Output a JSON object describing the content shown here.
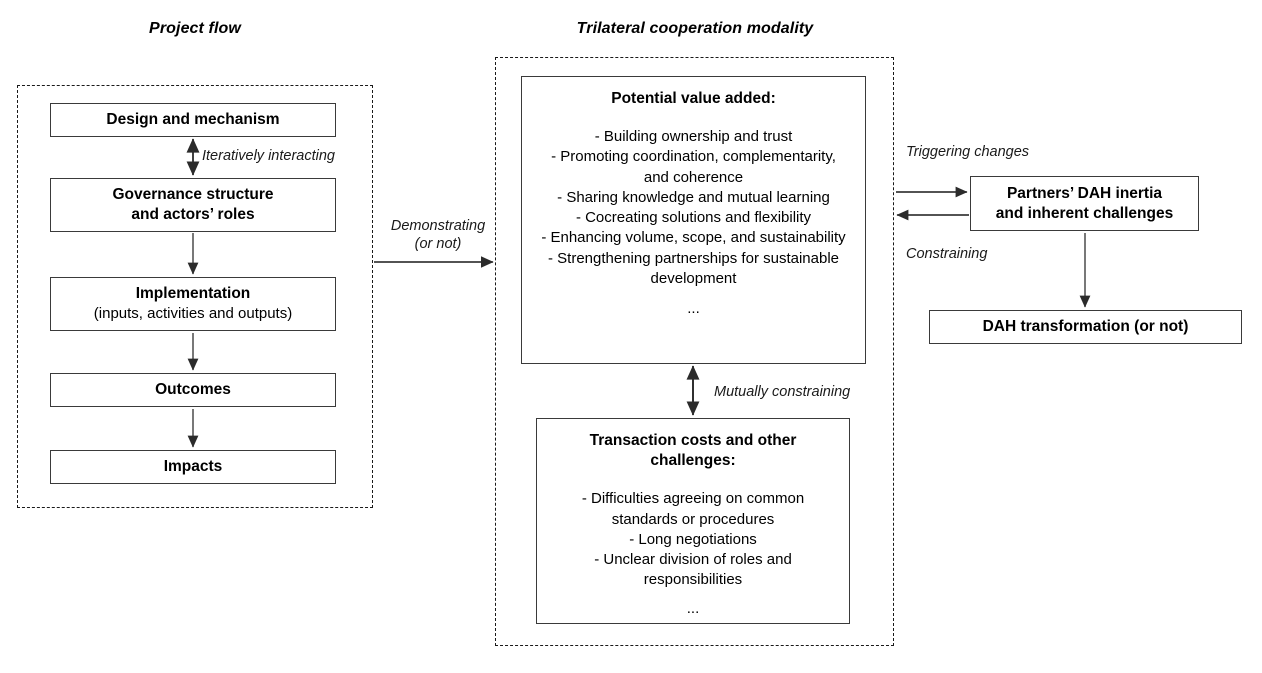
{
  "panels": {
    "left_title": "Project flow",
    "right_title": "Trilateral cooperation modality"
  },
  "project_flow": {
    "nodes": [
      {
        "title": "Design and mechanism",
        "subtitle": ""
      },
      {
        "title": "Governance structure",
        "subtitle": "and actors’ roles"
      },
      {
        "title": "Implementation",
        "subtitle": "(inputs, activities and outputs)"
      },
      {
        "title": "Outcomes",
        "subtitle": ""
      },
      {
        "title": "Impacts",
        "subtitle": ""
      }
    ],
    "labels": {
      "iteratively_interacting": "Iteratively interacting"
    }
  },
  "trilateral": {
    "value_added": {
      "header": "Potential value added:",
      "items": [
        "-   Building ownership and trust",
        "-    Promoting coordination, complementarity, and coherence",
        "-   Sharing knowledge and mutual learning",
        "-   Cocreating solutions and flexibility",
        "-   Enhancing volume, scope, and sustainability",
        "-   Strengthening partnerships for sustainable development"
      ],
      "ellipsis": "..."
    },
    "transaction_costs": {
      "header_line1": "Transaction costs and other",
      "header_line2": "challenges:",
      "items": [
        "-   Difficulties agreeing on common standards or procedures",
        "-    Long negotiations",
        "- Unclear division of roles and responsibilities"
      ],
      "ellipsis": "..."
    },
    "labels": {
      "mutually_constraining": "Mutually constraining"
    }
  },
  "connectors": {
    "demonstrating_line1": "Demonstrating",
    "demonstrating_line2": "(or not)",
    "triggering_changes": "Triggering changes",
    "constraining": "Constraining"
  },
  "dah": {
    "inertia_line1": "Partners’ DAH inertia",
    "inertia_line2": "and inherent challenges",
    "transformation": "DAH transformation (or not)"
  },
  "colors": {
    "stroke": "#3a3a3a",
    "dashed_stroke": "#1a1a1a",
    "arrow": "#2b2b2b",
    "text": "#000000",
    "background": "#ffffff"
  }
}
